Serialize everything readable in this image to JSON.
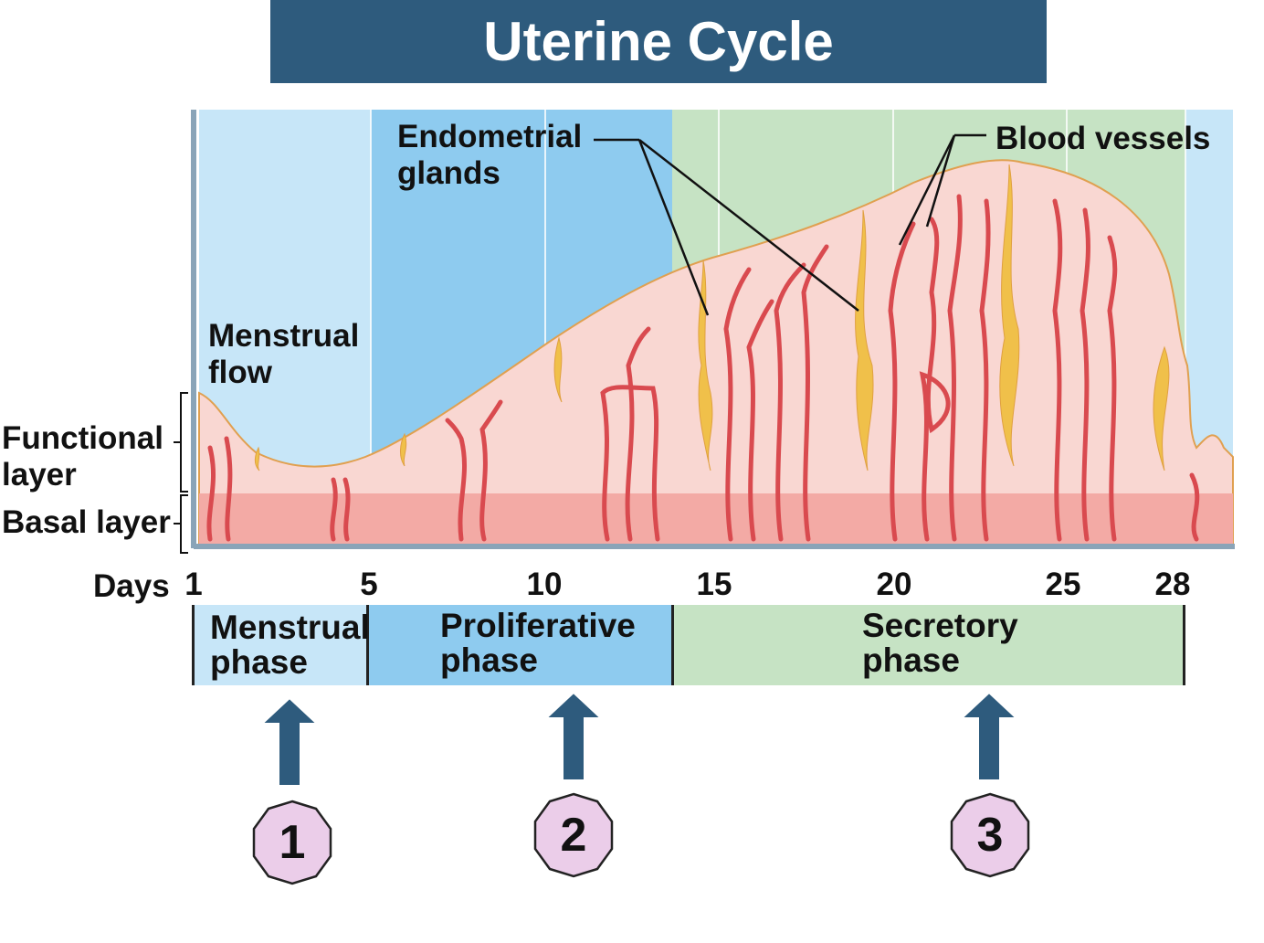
{
  "title": "Uterine Cycle",
  "labels": {
    "menstrual_flow_line1": "Menstrual",
    "menstrual_flow_line2": "flow",
    "endometrial_line1": "Endometrial",
    "endometrial_line2": "glands",
    "blood_vessels": "Blood vessels",
    "functional_line1": "Functional",
    "functional_line2": "layer",
    "basal_layer": "Basal layer"
  },
  "days_label": "Days",
  "days": [
    "1",
    "5",
    "10",
    "15",
    "20",
    "25",
    "28"
  ],
  "phases": [
    {
      "line1": "Menstrual",
      "line2": "phase",
      "color": "#c7e6f8"
    },
    {
      "line1": "Proliferative",
      "line2": "phase",
      "color": "#8ecbef"
    },
    {
      "line1": "Secretory",
      "line2": "phase",
      "color": "#c6e3c4"
    }
  ],
  "markers": [
    "1",
    "2",
    "3"
  ],
  "colors": {
    "title_bg": "#2e5b7d",
    "arrow": "#2e5b7d",
    "badge_fill": "#ebcde9",
    "tissue": "#f9d7d2",
    "basal": "#f3aaa5",
    "vessel": "#d94a4f",
    "gland": "#f0c04a"
  }
}
